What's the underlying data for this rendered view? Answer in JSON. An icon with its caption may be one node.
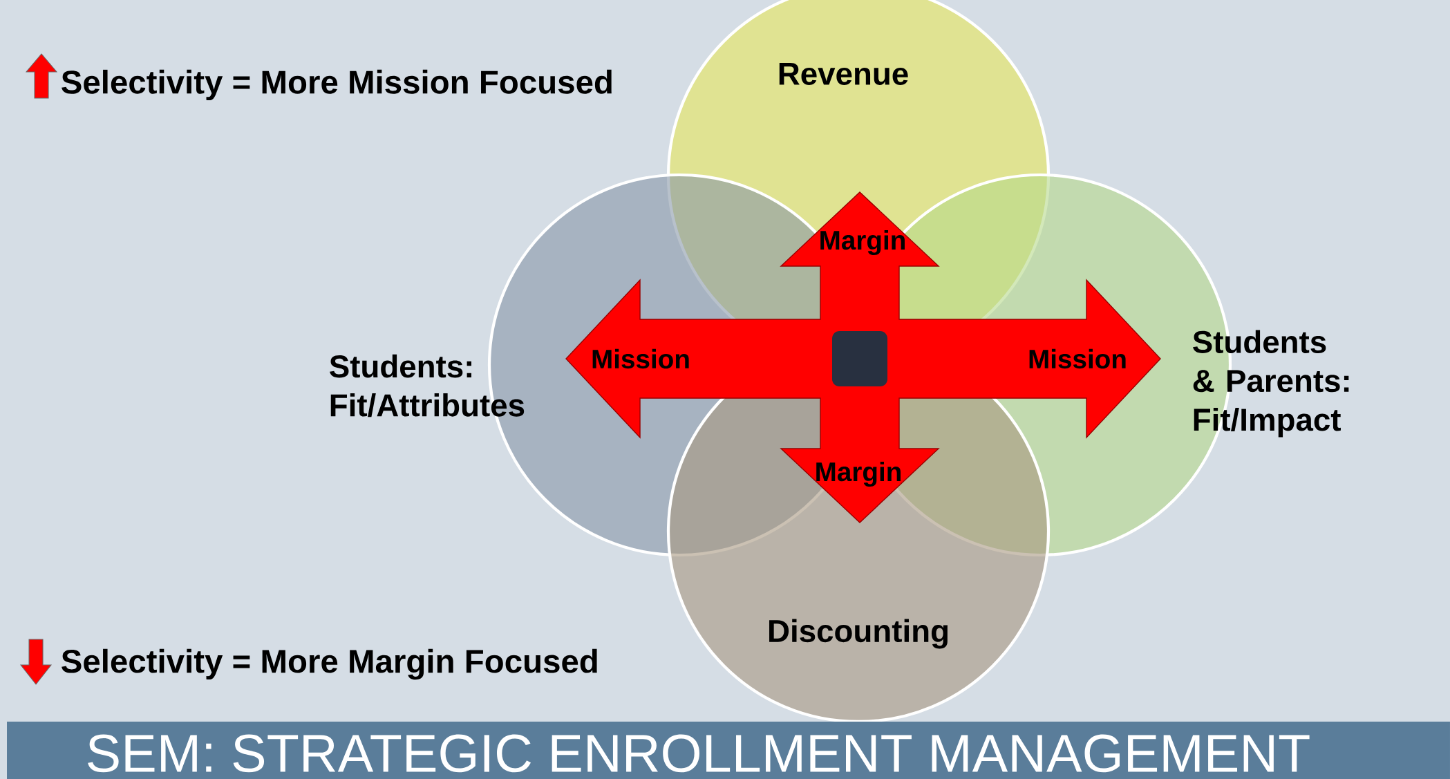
{
  "diagram": {
    "title": "SEM:  STRATEGIC ENROLLMENT MANAGEMENT",
    "nodes": [
      {
        "text": [
          "Revenue"
        ]
      },
      {
        "text": [
          "Students: Fit/Attributes"
        ]
      },
      {
        "text": [
          "Students & Parents: Fit/Impact"
        ]
      },
      {
        "text": [
          "Discounting"
        ]
      }
    ],
    "labels": [
      "Selectivity = More Mission Focused",
      "Margin",
      "Mission",
      "Mission",
      "Margin",
      "Selectivity = More Margin Focused"
    ]
  }
}
